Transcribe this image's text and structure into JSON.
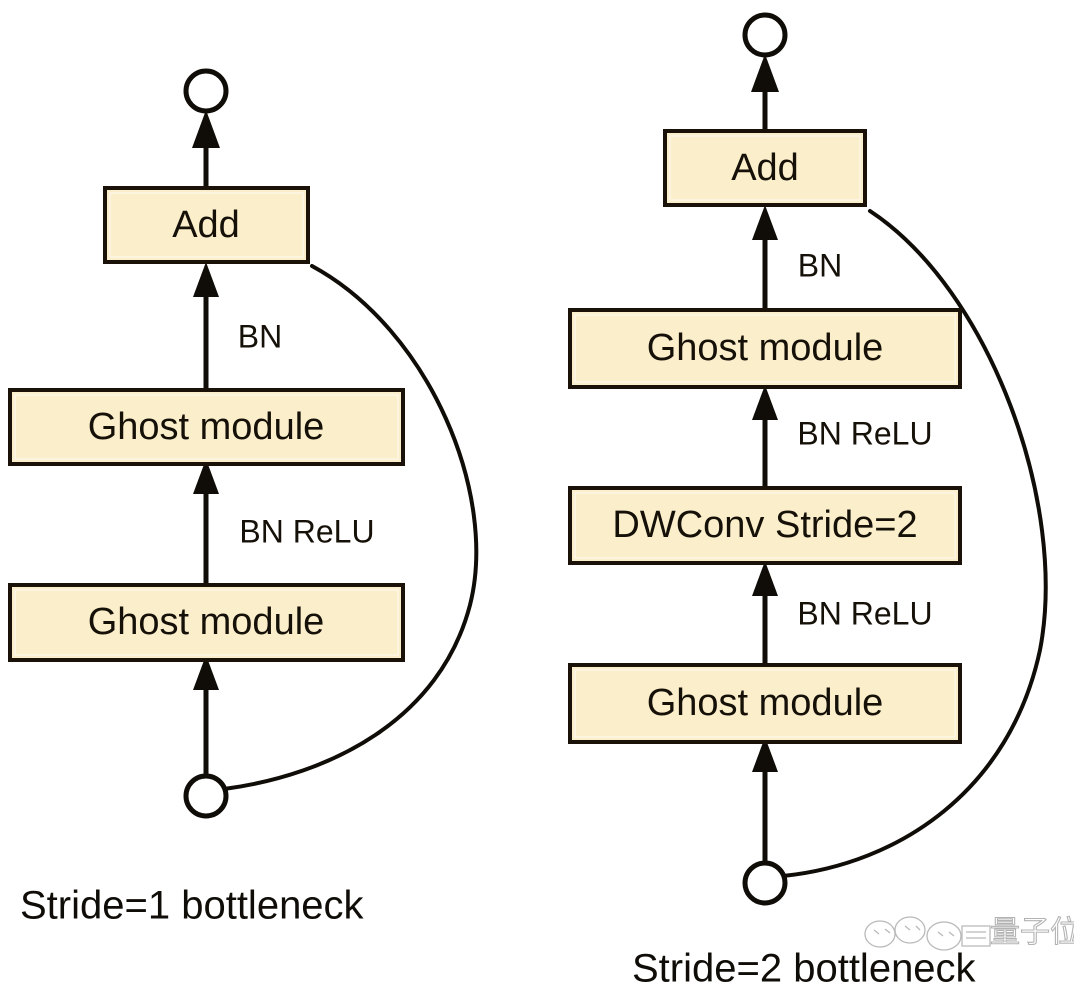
{
  "figure": {
    "background_color": "#ffffff",
    "box_fill_color": "#fbeecb",
    "box_stroke_color": "#1a1208",
    "line_color": "#100d08"
  },
  "left_diagram": {
    "caption": "Stride=1 bottleneck",
    "input_node": "input-circle",
    "output_node": "output-circle",
    "boxes": [
      {
        "label": "Add"
      },
      {
        "label": "Ghost module"
      },
      {
        "label": "Ghost module"
      }
    ],
    "edge_labels": [
      {
        "label": "BN"
      },
      {
        "label": "BN ReLU"
      }
    ],
    "skip_connection": "residual-skip-curve"
  },
  "right_diagram": {
    "caption": "Stride=2 bottleneck",
    "input_node": "input-circle",
    "output_node": "output-circle",
    "boxes": [
      {
        "label": "Add"
      },
      {
        "label": "Ghost module"
      },
      {
        "label": "DWConv Stride=2"
      },
      {
        "label": "Ghost module"
      }
    ],
    "edge_labels": [
      {
        "label": "BN"
      },
      {
        "label": "BN ReLU"
      },
      {
        "label": "BN ReLU"
      }
    ],
    "skip_connection": "residual-skip-curve"
  },
  "watermark": {
    "text": "量子位"
  }
}
